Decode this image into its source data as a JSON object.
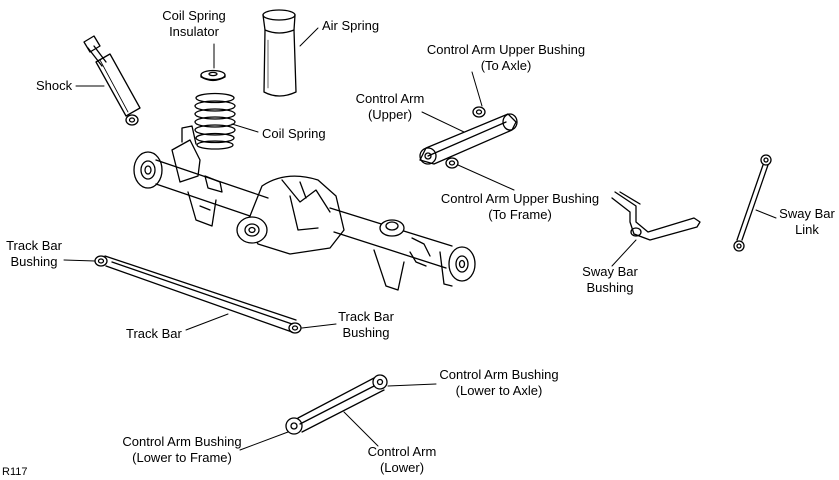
{
  "diagram": {
    "reference_code": "R117",
    "line_color": "#000000",
    "background": "#ffffff",
    "parts": {
      "shock": {
        "lines": [
          "Shock"
        ],
        "icon": "shock-absorber-icon"
      },
      "coil_spring_insulator": {
        "lines": [
          "Coil Spring",
          "Insulator"
        ],
        "icon": "spring-insulator-icon"
      },
      "air_spring": {
        "lines": [
          "Air Spring"
        ],
        "icon": "air-spring-icon"
      },
      "coil_spring": {
        "lines": [
          "Coil Spring"
        ],
        "icon": "coil-spring-icon"
      },
      "control_arm_upper_bushing_axle": {
        "lines": [
          "Control Arm Upper Bushing",
          "(To Axle)"
        ],
        "icon": "bushing-icon"
      },
      "control_arm_upper": {
        "lines": [
          "Control Arm",
          "(Upper)"
        ],
        "icon": "control-arm-icon"
      },
      "control_arm_upper_bushing_frame": {
        "lines": [
          "Control Arm Upper Bushing",
          "(To Frame)"
        ],
        "icon": "bushing-icon"
      },
      "sway_bar_link": {
        "lines": [
          "Sway Bar",
          "Link"
        ],
        "icon": "sway-bar-link-icon"
      },
      "sway_bar_bushing": {
        "lines": [
          "Sway Bar",
          "Bushing"
        ],
        "icon": "bushing-icon"
      },
      "track_bar_bushing_left": {
        "lines": [
          "Track Bar",
          "Bushing"
        ],
        "icon": "bushing-icon"
      },
      "track_bar": {
        "lines": [
          "Track Bar"
        ],
        "icon": "track-bar-icon"
      },
      "track_bar_bushing_right": {
        "lines": [
          "Track Bar",
          "Bushing"
        ],
        "icon": "bushing-icon"
      },
      "control_arm_bushing_lower_axle": {
        "lines": [
          "Control Arm Bushing",
          "(Lower to Axle)"
        ],
        "icon": "bushing-icon"
      },
      "control_arm_bushing_lower_frame": {
        "lines": [
          "Control Arm Bushing",
          "(Lower to Frame)"
        ],
        "icon": "bushing-icon"
      },
      "control_arm_lower": {
        "lines": [
          "Control Arm",
          "(Lower)"
        ],
        "icon": "control-arm-icon"
      },
      "rear_axle": {
        "icon": "rear-axle-icon"
      }
    }
  }
}
